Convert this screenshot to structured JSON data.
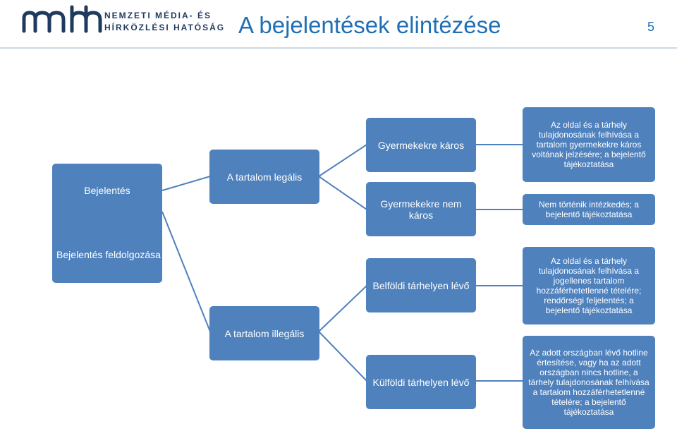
{
  "header": {
    "logo_lines": [
      "NEMZETI MÉDIA- ÉS",
      "HÍRKÖZLÉSI HATÓSÁG"
    ],
    "title": "A bejelentések elintézése",
    "page_number": "5"
  },
  "diagram": {
    "root": "Bejelentés",
    "root_sub": "Bejelentés feldolgozása",
    "legal": {
      "label": "A tartalom legális",
      "branches": [
        {
          "label": "Gyermekekre káros",
          "outcome": "Az oldal és a tárhely tulajdonosának felhívása a tartalom gyermekekre káros voltának jelzésére; a bejelentő tájékoztatása"
        },
        {
          "label": "Gyermekekre nem káros",
          "outcome": "Nem történik intézkedés; a bejelentő tájékoztatása"
        }
      ]
    },
    "illegal": {
      "label": "A tartalom illegális",
      "branches": [
        {
          "label": "Belföldi tárhelyen lévő",
          "outcome": "Az oldal és a tárhely tulajdonosának felhívása a jogellenes tartalom hozzáférhetetlenné tételére; rendőrségi feljelentés; a bejelentő tájékoztatása"
        },
        {
          "label": "Külföldi tárhelyen lévő",
          "outcome": "Az adott országban lévő hotline értesítése, vagy ha az adott országban nincs hotline, a tárhely tulajdonosának felhívása a tartalom hozzáférhetetlenné tételére; a bejelentő tájékoztatása"
        }
      ]
    }
  },
  "colors": {
    "box": "#4f81bd",
    "connector": "#4f81bd",
    "title": "#1f6fb6",
    "logo": "#1f3a5f"
  }
}
